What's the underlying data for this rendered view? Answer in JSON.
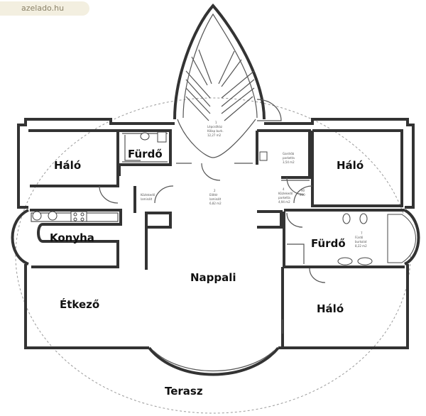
{
  "watermark": "azelado.hu",
  "rooms": {
    "halo_left": "Háló",
    "furdo_top": "Fürdő",
    "halo_right_top": "Háló",
    "konyha": "Konyha",
    "furdo_right": "Fürdő",
    "nappali": "Nappali",
    "etkezo": "Étkező",
    "halo_right_bottom": "Háló",
    "terasz": "Terasz"
  },
  "small_labels": {
    "stair_num": "1",
    "stair_name": "Lépcsőház",
    "stair_sub": "Kőlap burk.",
    "stair_area": "12,27 m2",
    "hall_num": "2",
    "hall_name": "Előtér",
    "hall_sub": "laminált",
    "hall_area": "6,82 m2",
    "corridor_left_name": "Közlekedő",
    "corridor_left_sub": "laminált",
    "corridor_right_num": "4",
    "corridor_right_name": "Közlekedő",
    "corridor_right_sub": "parketta",
    "corridor_right_area": "4,94 m2",
    "closet_name": "Gardrób",
    "closet_sub": "parketta",
    "closet_area": "3,54 m2",
    "bath_num": "7",
    "bath_name": "Fürdő",
    "bath_sub": "burkolat",
    "bath_area": "8,22 m2",
    "door_dim_top": "90",
    "door_dim_bottom": "210"
  }
}
